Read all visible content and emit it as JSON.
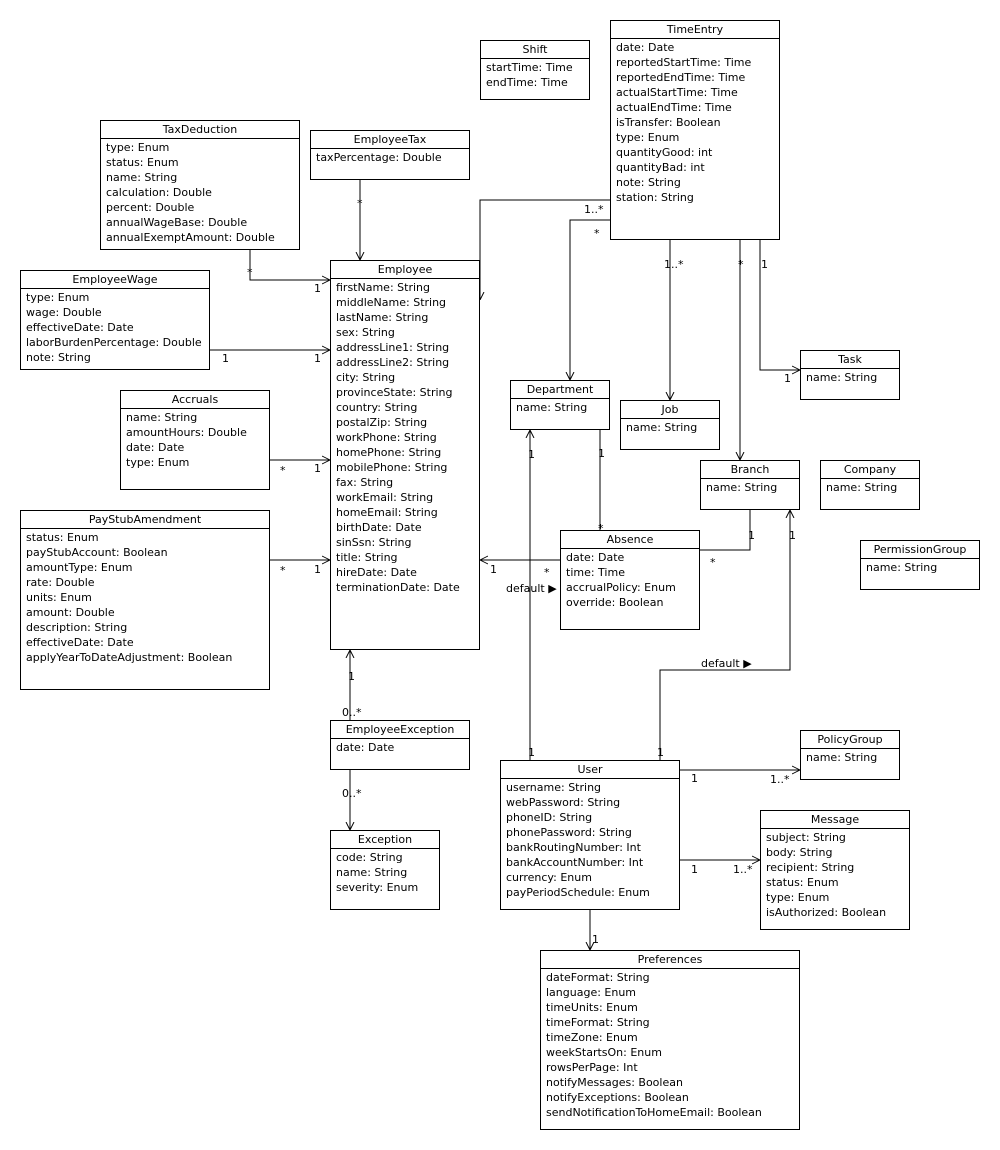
{
  "classes": {
    "shift": {
      "name": "Shift",
      "attributes": [
        "startTime: Time",
        "endTime: Time"
      ]
    },
    "time_entry": {
      "name": "TimeEntry",
      "attributes": [
        "date: Date",
        "reportedStartTime: Time",
        "reportedEndTime: Time",
        "actualStartTime: Time",
        "actualEndTime: Time",
        "isTransfer: Boolean",
        "type: Enum",
        "quantityGood: int",
        "quantityBad: int",
        "note: String",
        "station: String"
      ]
    },
    "tax_deduction": {
      "name": "TaxDeduction",
      "attributes": [
        "type: Enum",
        "status: Enum",
        "name: String",
        "calculation: Double",
        "percent: Double",
        "annualWageBase: Double",
        "annualExemptAmount: Double"
      ]
    },
    "employee_tax": {
      "name": "EmployeeTax",
      "attributes": [
        "taxPercentage: Double"
      ]
    },
    "employee_wage": {
      "name": "EmployeeWage",
      "attributes": [
        "type: Enum",
        "wage: Double",
        "effectiveDate: Date",
        "laborBurdenPercentage: Double",
        "note: String"
      ]
    },
    "employee": {
      "name": "Employee",
      "attributes": [
        "firstName: String",
        "middleName: String",
        "lastName: String",
        "sex: String",
        "addressLine1: String",
        "addressLine2: String",
        "city: String",
        "provinceState: String",
        "country: String",
        "postalZip: String",
        "workPhone: String",
        "homePhone: String",
        "mobilePhone: String",
        "fax: String",
        "workEmail: String",
        "homeEmail: String",
        "birthDate: Date",
        "sinSsn: String",
        "title: String",
        "hireDate: Date",
        "terminationDate: Date"
      ]
    },
    "accruals": {
      "name": "Accruals",
      "attributes": [
        "name: String",
        "amountHours: Double",
        "date: Date",
        "type: Enum"
      ]
    },
    "pay_stub_amendment": {
      "name": "PayStubAmendment",
      "attributes": [
        "status: Enum",
        "payStubAccount: Boolean",
        "amountType: Enum",
        "rate: Double",
        "units: Enum",
        "amount: Double",
        "description: String",
        "effectiveDate: Date",
        "applyYearToDateAdjustment: Boolean"
      ]
    },
    "department": {
      "name": "Department",
      "attributes": [
        "name: String"
      ]
    },
    "job": {
      "name": "Job",
      "attributes": [
        "name: String"
      ]
    },
    "task": {
      "name": "Task",
      "attributes": [
        "name: String"
      ]
    },
    "branch": {
      "name": "Branch",
      "attributes": [
        "name: String"
      ]
    },
    "company": {
      "name": "Company",
      "attributes": [
        "name: String"
      ]
    },
    "permission_group": {
      "name": "PermissionGroup",
      "attributes": [
        "name: String"
      ]
    },
    "absence": {
      "name": "Absence",
      "attributes": [
        "date: Date",
        "time: Time",
        "accrualPolicy: Enum",
        "override: Boolean"
      ]
    },
    "employee_exception": {
      "name": "EmployeeException",
      "attributes": [
        "date: Date"
      ]
    },
    "exception": {
      "name": "Exception",
      "attributes": [
        "code: String",
        "name: String",
        "severity: Enum"
      ]
    },
    "user": {
      "name": "User",
      "attributes": [
        "username: String",
        "webPassword: String",
        "phoneID: String",
        "phonePassword: String",
        "bankRoutingNumber: Int",
        "bankAccountNumber: Int",
        "currency: Enum",
        "payPeriodSchedule: Enum"
      ]
    },
    "policy_group": {
      "name": "PolicyGroup",
      "attributes": [
        "name: String"
      ]
    },
    "message": {
      "name": "Message",
      "attributes": [
        "subject: String",
        "body: String",
        "recipient: String",
        "status: Enum",
        "type: Enum",
        "isAuthorized: Boolean"
      ]
    },
    "preferences": {
      "name": "Preferences",
      "attributes": [
        "dateFormat: String",
        "language: Enum",
        "timeUnits: Enum",
        "timeFormat: String",
        "timeZone: Enum",
        "weekStartsOn: Enum",
        "rowsPerPage: Int",
        "notifyMessages: Boolean",
        "notifyExceptions: Boolean",
        "sendNotificationToHomeEmail: Boolean"
      ]
    }
  },
  "labels": {
    "tax_deduction_employee_src": "*",
    "tax_deduction_employee_dst": "1",
    "employee_tax_src": "*",
    "employee_wage_src": "1",
    "employee_wage_dst": "1",
    "accruals_src": "*",
    "accruals_dst": "1",
    "pay_stub_src": "*",
    "pay_stub_dst": "1",
    "time_entry_employee": "1..*",
    "time_entry_department": "*",
    "time_entry_job": "1..*",
    "time_entry_branch": "*",
    "time_entry_task_src": "1",
    "time_entry_task_dst": "1",
    "department_absence_src": "1",
    "department_absence_dst": "*",
    "absence_employee_dst": "1",
    "absence_employee_src": "*",
    "branch_absence_src": "1",
    "branch_absence_dst": "*",
    "employee_exception_emp": "1",
    "employee_exception_ee": "0..*",
    "ee_exception": "0..*",
    "user_department_dst": "1",
    "user_department_src": "1",
    "user_department_role": "default ▶",
    "user_branch_dst": "1",
    "user_branch_src": "1",
    "user_branch_role": "default ▶",
    "user_policy_src": "1",
    "user_policy_dst": "1..*",
    "user_message_src": "1",
    "user_message_dst": "1..*",
    "user_preferences": "1"
  }
}
